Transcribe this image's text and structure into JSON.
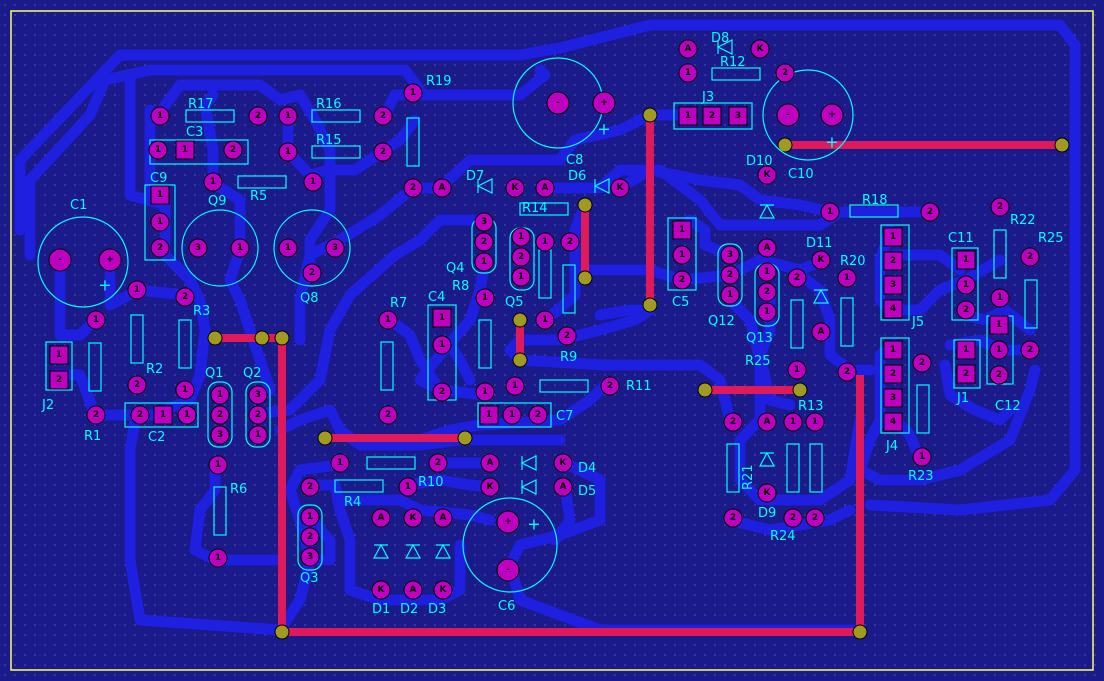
{
  "colors": {
    "background": "#1a1a8a",
    "grid": "#8888cc",
    "trace_bottom": "#1f1fe0",
    "trace_top": "#e01a5a",
    "pad": "#c000c0",
    "via": "#a09a20",
    "silk": "#00ffff",
    "border": "#ffff66"
  },
  "labels": {
    "C1": "C1",
    "C2": "C2",
    "C3": "C3",
    "C4": "C4",
    "C5": "C5",
    "C6": "C6",
    "C7": "C7",
    "C8": "C8",
    "C9": "C9",
    "C10": "C10",
    "C11": "C11",
    "C12": "C12",
    "R1": "R1",
    "R2": "R2",
    "R3": "R3",
    "R4": "R4",
    "R5": "R5",
    "R6": "R6",
    "R7": "R7",
    "R8": "R8",
    "R9": "R9",
    "R10": "R10",
    "R11": "R11",
    "R12": "R12",
    "R13": "R13",
    "R14": "R14",
    "R15": "R15",
    "R16": "R16",
    "R17": "R17",
    "R18": "R18",
    "R19": "R19",
    "R20": "R20",
    "R21": "R21",
    "R22": "R22",
    "R23": "R23",
    "R24": "R24",
    "R25a": "R25",
    "R25b": "R25",
    "Q1": "Q1",
    "Q2": "Q2",
    "Q3": "Q3",
    "Q4": "Q4",
    "Q5": "Q5",
    "Q8": "Q8",
    "Q9": "Q9",
    "Q12": "Q12",
    "Q13": "Q13",
    "D1": "D1",
    "D2": "D2",
    "D3": "D3",
    "D4": "D4",
    "D5": "D5",
    "D6": "D6",
    "D7": "D7",
    "D8": "D8",
    "D9": "D9",
    "D10": "D10",
    "D11": "D11",
    "J1": "J1",
    "J2": "J2",
    "J3": "J3",
    "J4": "J4",
    "J5": "J5"
  },
  "pin_text": {
    "one": "1",
    "two": "2",
    "three": "3",
    "four": "4",
    "anode": "A",
    "cathode": "K",
    "plus": "+",
    "minus": "-"
  }
}
